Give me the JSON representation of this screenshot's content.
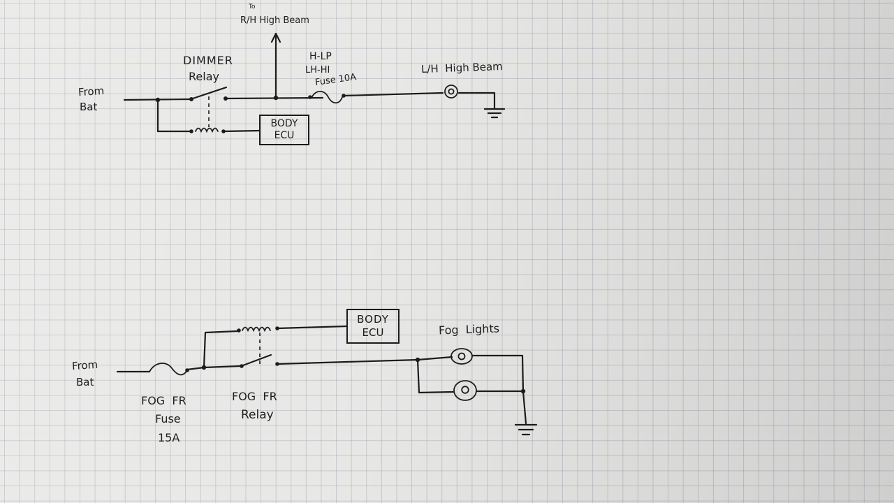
{
  "high_beam_circuit": {
    "source_label_1": "From",
    "source_label_2": "Bat",
    "relay_label_1": "DIMMER",
    "relay_label_2": "Relay",
    "arrow_label_1": "To",
    "arrow_label_2": "R/H High Beam",
    "fuse_label_1": "H-LP",
    "fuse_label_2": "LH-HI",
    "fuse_label_3": "Fuse 10A",
    "lamp_label": "L/H  High Beam",
    "ecu_label_1": "BODY",
    "ecu_label_2": "ECU"
  },
  "fog_circuit": {
    "source_label_1": "From",
    "source_label_2": "Bat",
    "fuse_label_1": "FOG  FR",
    "fuse_label_2": "Fuse",
    "fuse_label_3": "15A",
    "relay_label_1": "FOG  FR",
    "relay_label_2": "Relay",
    "lamps_label": "Fog  Lights",
    "ecu_label_1": "BODY",
    "ecu_label_2": "ECU"
  }
}
